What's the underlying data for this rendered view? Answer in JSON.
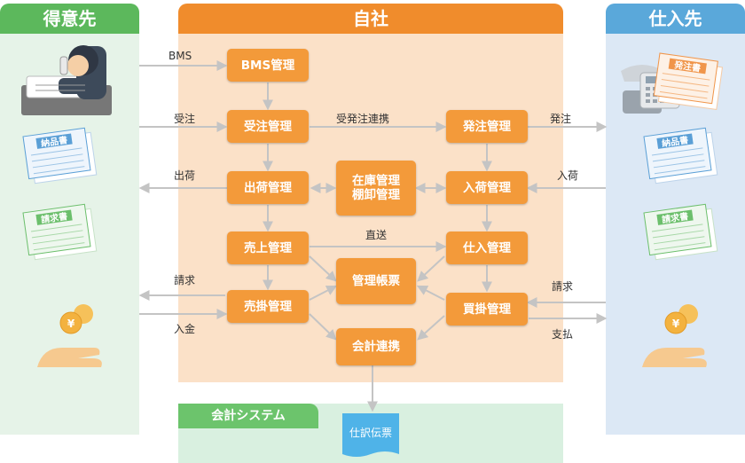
{
  "sections": {
    "customer": "得意先",
    "company": "自社",
    "supplier": "仕入先",
    "accounting": "会計システム"
  },
  "nodes": {
    "bms": "BMS管理",
    "order_receive": "受注管理",
    "order_place": "発注管理",
    "shipping": "出荷管理",
    "inventory_line1": "在庫管理",
    "inventory_line2": "棚卸管理",
    "receiving": "入荷管理",
    "sales": "売上管理",
    "ledger": "管理帳票",
    "purchase": "仕入管理",
    "receivables": "売掛管理",
    "payables": "買掛管理",
    "accounting_link": "会計連携"
  },
  "flows": {
    "bms": "BMS",
    "order_in": "受注",
    "order_link": "受発注連携",
    "order_out": "発注",
    "ship_out": "出荷",
    "receive_in": "入荷",
    "direct": "直送",
    "bill_out": "請求",
    "bill_in": "請求",
    "deposit": "入金",
    "payment": "支払"
  },
  "documents": {
    "delivery_note_customer": "納品書",
    "invoice_customer": "請求書",
    "purchase_order": "発注書",
    "delivery_note_supplier": "納品書",
    "invoice_supplier": "請求書",
    "journal": "仕訳伝票"
  },
  "icons": {
    "yen_customer": "¥",
    "yen_supplier": "¥"
  },
  "colors": {
    "customer_header": "#5cb85c",
    "customer_bg": "#e6f3e8",
    "company_header": "#f08c2c",
    "company_bg": "#fbe1c8",
    "supplier_header": "#5aa8da",
    "supplier_bg": "#dce8f5",
    "accounting_header": "#6cc46c",
    "accounting_bg": "#d9f0e0",
    "node": "#f39a3a",
    "arrow": "#c4c4c4"
  }
}
